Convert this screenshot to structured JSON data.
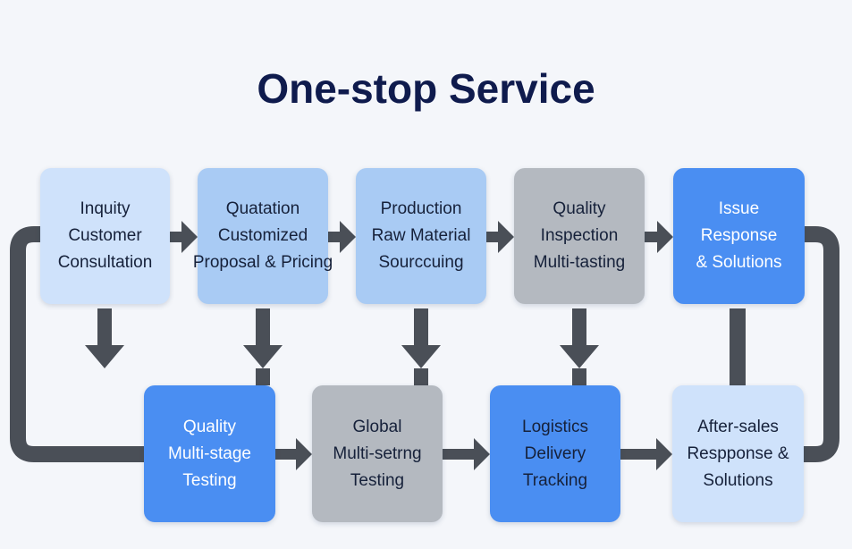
{
  "title": "One-stop Service",
  "colors": {
    "title": "#0f1b4d",
    "arrow": "#4a4f57",
    "light_blue": "#cfe2fb",
    "mid_blue": "#a9cbf4",
    "blue": "#4a8ef2",
    "gray": "#b4b9c0"
  },
  "top_row": [
    {
      "lines": [
        "Inquity",
        "Customer",
        "Consultation"
      ],
      "fill": "light_blue",
      "text_color": "#16213a"
    },
    {
      "lines": [
        "Quatation",
        "Customized",
        "Proposal & Pricing"
      ],
      "fill": "mid_blue",
      "text_color": "#16213a"
    },
    {
      "lines": [
        "Production",
        "Raw Material",
        "Sourccuing"
      ],
      "fill": "mid_blue",
      "text_color": "#16213a"
    },
    {
      "lines": [
        "Quality",
        "Inspection",
        "Multi-tasting"
      ],
      "fill": "gray",
      "text_color": "#16213a"
    },
    {
      "lines": [
        "Issue",
        "Response",
        "& Solutions"
      ],
      "fill": "blue",
      "text_color": "#ffffff"
    }
  ],
  "bottom_row": [
    {
      "lines": [
        "Quality",
        "Multi-stage",
        "Testing"
      ],
      "fill": "blue",
      "text_color": "#ffffff"
    },
    {
      "lines": [
        "Global",
        "Multi-setrng",
        "Testing"
      ],
      "fill": "gray",
      "text_color": "#16213a"
    },
    {
      "lines": [
        "Logistics",
        "Delivery",
        "Tracking"
      ],
      "fill": "blue",
      "text_color": "#16213a"
    },
    {
      "lines": [
        "After-sales",
        "Respponse &",
        "Solutions"
      ],
      "fill": "light_blue",
      "text_color": "#16213a"
    }
  ]
}
